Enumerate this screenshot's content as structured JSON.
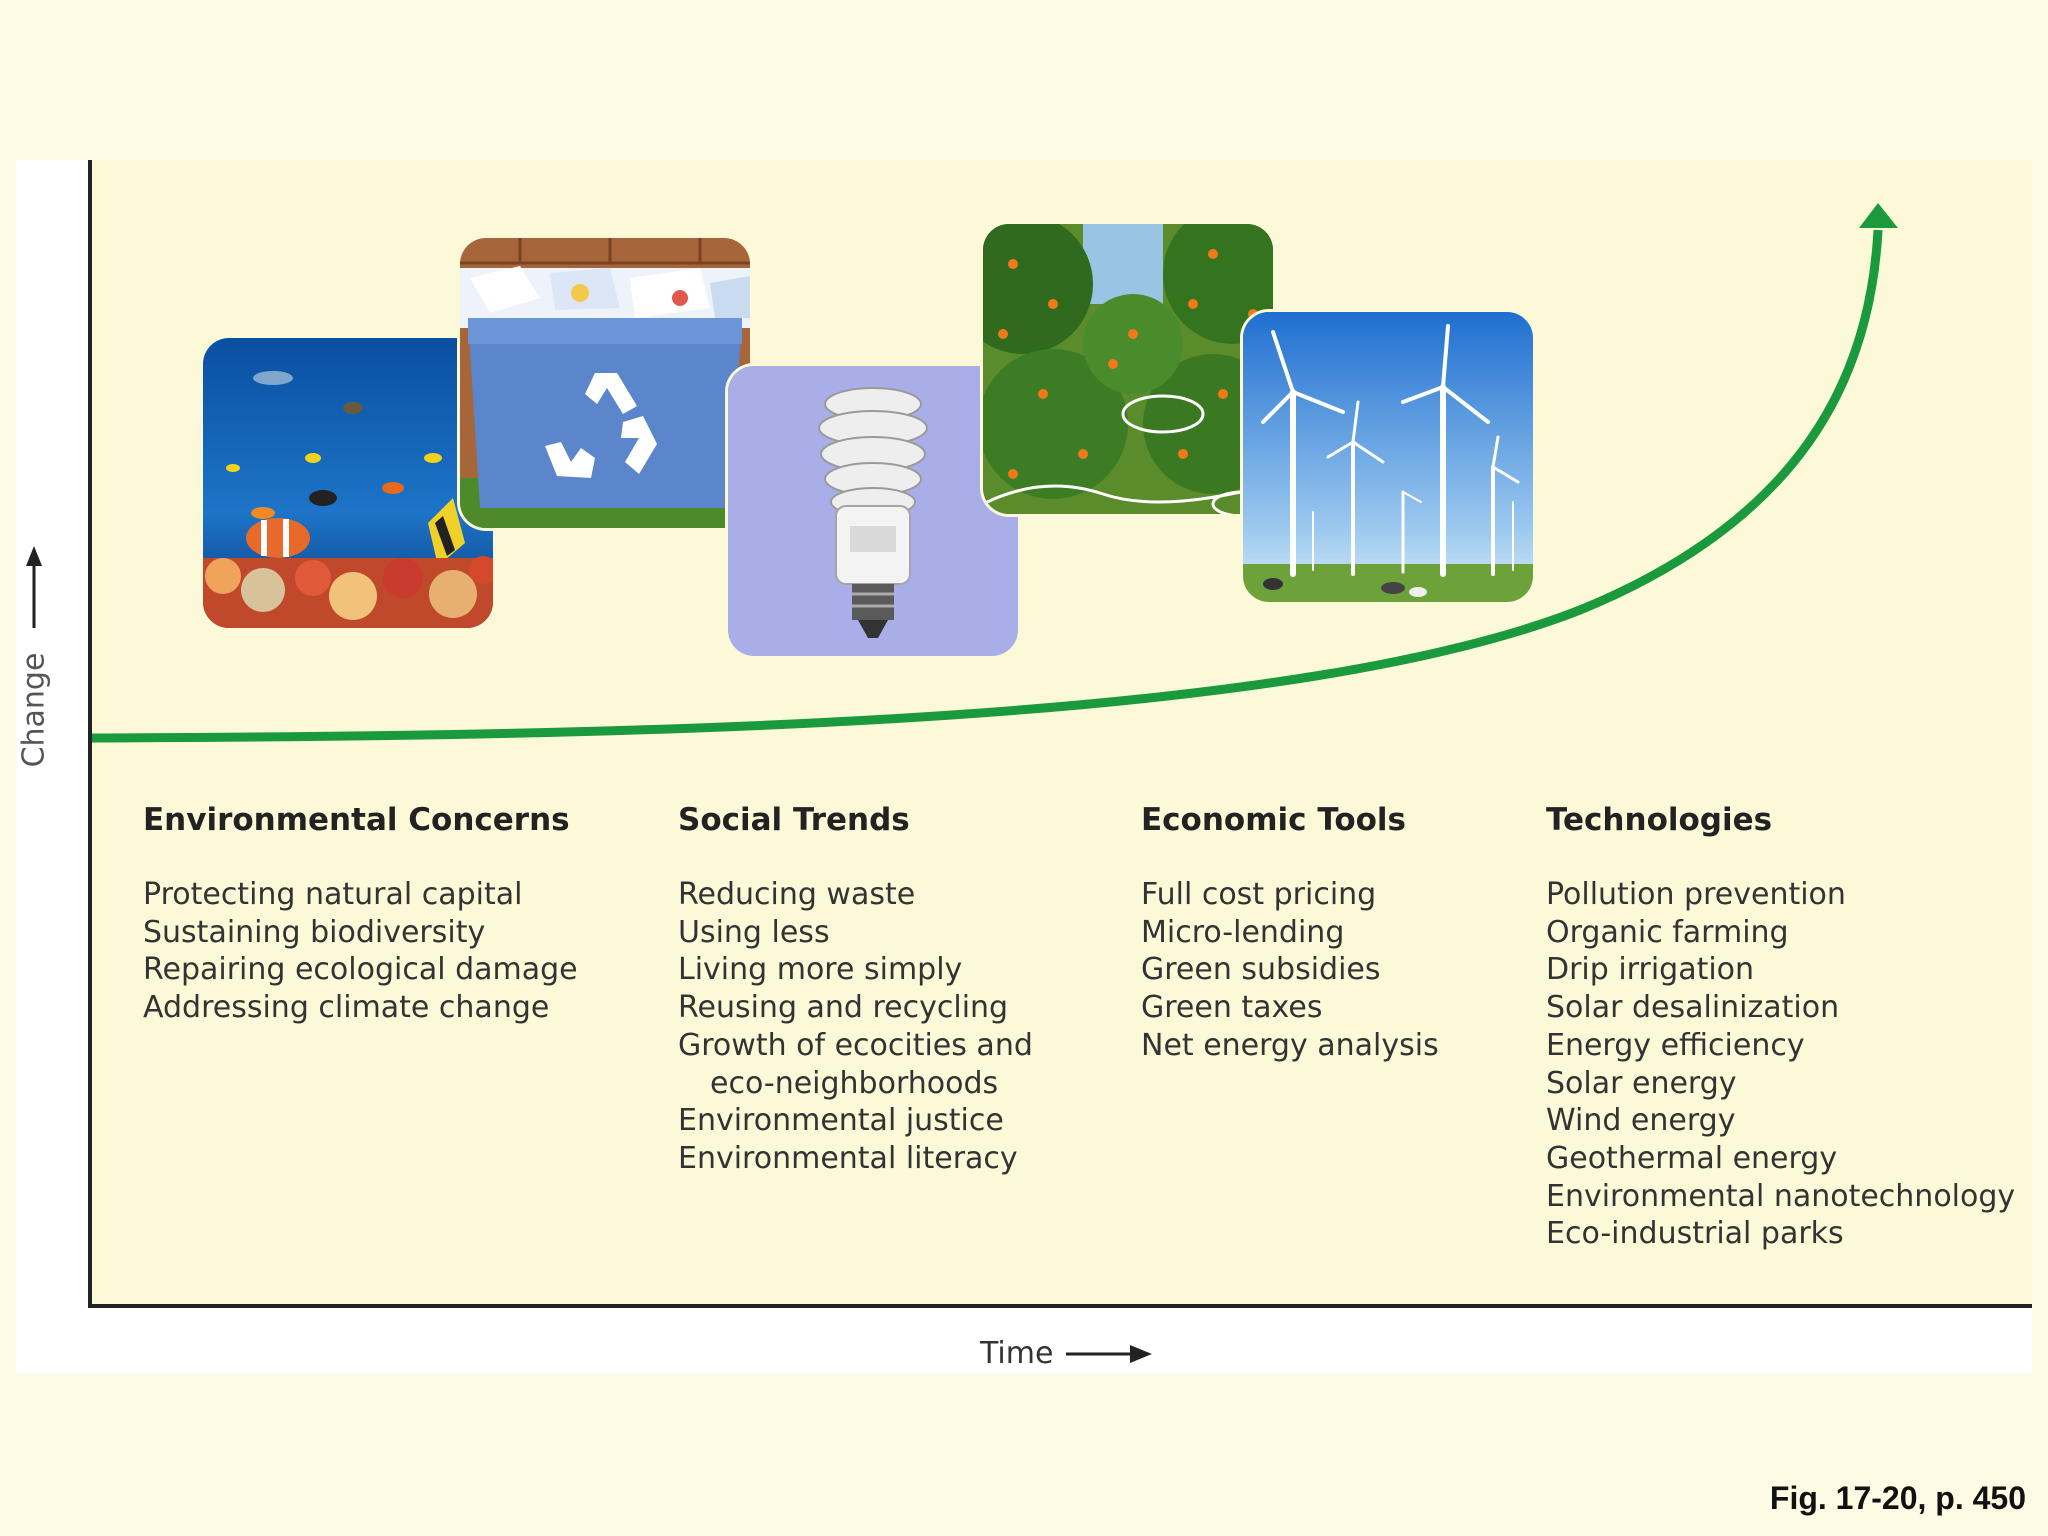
{
  "axes": {
    "y_label": "Change",
    "x_label": "Time"
  },
  "photos": [
    {
      "name": "coral-reef-photo"
    },
    {
      "name": "recycling-bin-photo"
    },
    {
      "name": "fluorescent-bulb-photo"
    },
    {
      "name": "orange-orchard-photo"
    },
    {
      "name": "wind-turbines-photo"
    }
  ],
  "columns": [
    {
      "heading": "Environmental Concerns",
      "items": [
        "Protecting natural capital",
        "Sustaining biodiversity",
        "Repairing ecological damage",
        "Addressing climate change"
      ]
    },
    {
      "heading": "Social Trends",
      "items": [
        "Reducing waste",
        "Using less",
        "Living more simply",
        "Reusing and recycling",
        "Growth of ecocities and",
        "eco-neighborhoods",
        "Environmental justice",
        "Environmental literacy"
      ]
    },
    {
      "heading": "Economic Tools",
      "items": [
        "Full cost pricing",
        "Micro-lending",
        "Green subsidies",
        "Green taxes",
        "Net energy analysis"
      ]
    },
    {
      "heading": "Technologies",
      "items": [
        "Pollution prevention",
        "Organic farming",
        "Drip irrigation",
        "Solar desalinization",
        "Energy efficiency",
        "Solar energy",
        "Wind energy",
        "Geothermal energy",
        "Environmental nanotechnology",
        "Eco-industrial parks"
      ]
    }
  ],
  "caption": "Fig. 17-20, p. 450",
  "colors": {
    "background": "#fdfbe4",
    "plot_area": "#fcf9d9",
    "curve": "#1a9a3c",
    "axis": "#222222"
  }
}
